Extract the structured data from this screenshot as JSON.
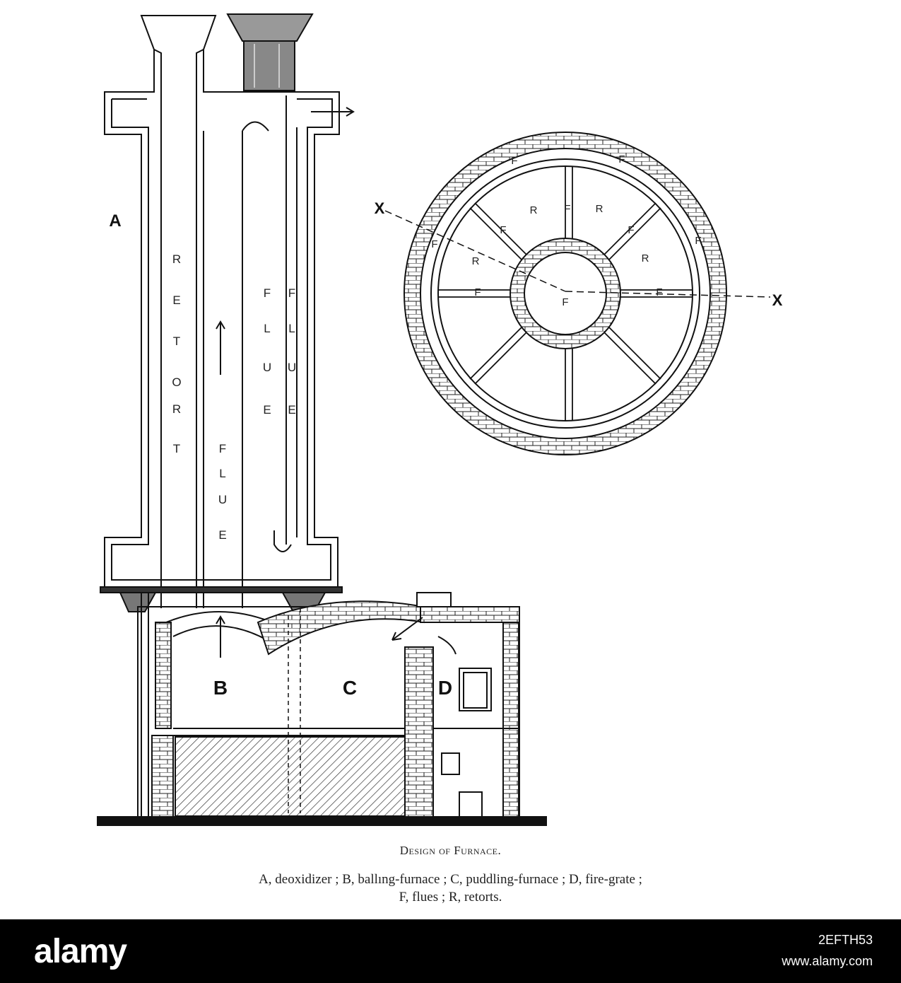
{
  "figure": {
    "labels": {
      "A": "A",
      "B": "B",
      "C": "C",
      "D": "D",
      "X_left": "X",
      "X_right": "X"
    },
    "shaft_words": {
      "retort": [
        "R",
        "E",
        "T",
        "O",
        "R",
        "T"
      ],
      "flue_center": [
        "F",
        "L",
        "U",
        "E"
      ],
      "flue_right_inner": [
        "F",
        "L",
        "U",
        "E"
      ],
      "flue_right_outer": [
        "F",
        "L",
        "U",
        "E"
      ]
    },
    "plan_labels": {
      "F": "F",
      "R": "R"
    }
  },
  "caption": {
    "title": "Design of Furnace.",
    "line1": "A, deoxidizer ;  B, ballıng-furnace ;  C, puddling-furnace ;  D, fire-grate ;",
    "line2": "F, flues ;  R, retorts."
  },
  "footer": {
    "logo": "alamy",
    "image_id": "2EFTH53",
    "site": "www.alamy.com",
    "colors": {
      "background": "#000000",
      "text": "#ffffff"
    }
  }
}
